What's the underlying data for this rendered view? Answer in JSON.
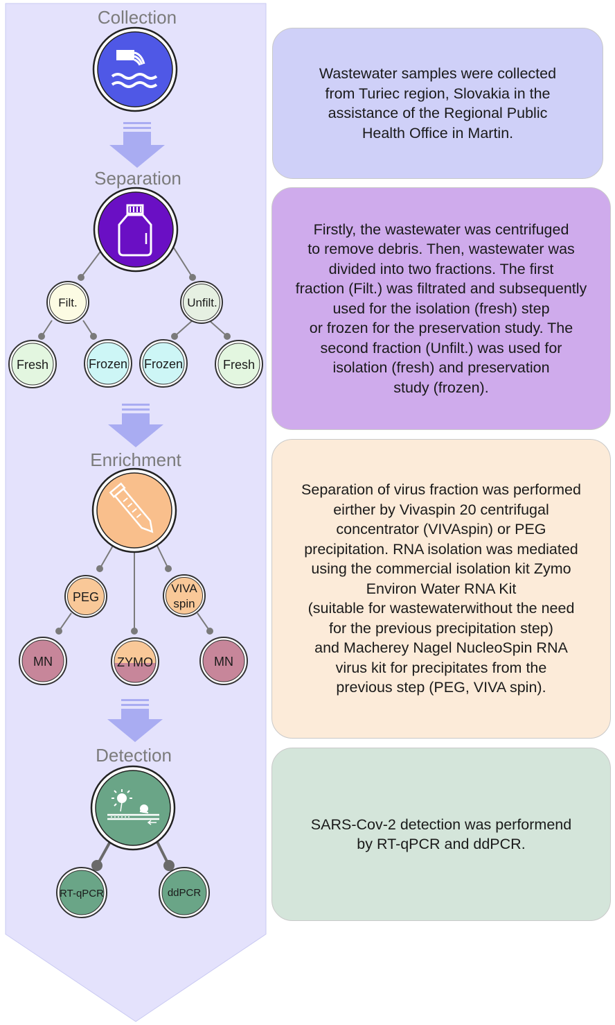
{
  "stages": [
    {
      "id": "collection",
      "label": "Collection",
      "icon": "wastewater-pipe-icon"
    },
    {
      "id": "separation",
      "label": "Separation",
      "icon": "bottle-icon"
    },
    {
      "id": "enrichment",
      "label": "Enrichment",
      "icon": "centrifuge-tube-icon"
    },
    {
      "id": "detection",
      "label": "Detection",
      "icon": "pcr-detection-icon"
    }
  ],
  "separation_nodes": {
    "filt": "Filt.",
    "unfilt": "Unfilt.",
    "filt_fresh": "Fresh",
    "filt_frozen": "Frozen",
    "unfilt_frozen": "Frozen",
    "unfilt_fresh": "Fresh"
  },
  "enrichment_nodes": {
    "peg": "PEG",
    "viva_line1": "VIVA",
    "viva_line2": "spin",
    "mn_left": "MN",
    "zymo": "ZYMO",
    "mn_right": "MN"
  },
  "detection_nodes": {
    "rtqpcr": "RT-qPCR",
    "ddpcr": "ddPCR"
  },
  "panels": {
    "collection": "Wastewater samples were collected\nfrom Turiec region, Slovakia in the\nassistance of  the Regional Public\nHealth Office in Martin.",
    "separation": "Firstly, the wastewater was centrifuged\nto remove debris. Then, wastewater was\ndivided into two fractions. The first\nfraction (Filt.) was filtrated and subsequently\nused for the isolation (fresh) step\nor frozen for the preservation study. The\nsecond fraction (Unfilt.) was used for\nisolation (fresh) and preservation\nstudy (frozen).",
    "enrichment": "Separation of virus fraction was performed\neirther by Vivaspin 20 centrifugal\nconcentrator (VIVAspin) or PEG\nprecipitation. RNA isolation was mediated\nusing the commercial isolation kit Zymo\nEnviron Water RNA Kit\n(suitable for wastewaterwithout the need\nfor the previous precipitation step)\nand Macherey Nagel  NucleoSpin RNA\nvirus kit for precipitates from the\nprevious step (PEG, VIVA spin).",
    "detection": "SARS-Cov-2 detection was performend\nby RT-qPCR and ddPCR."
  },
  "colors": {
    "flow_band": "#e4e2fc",
    "arrow": "#a9acf2",
    "collection_icon": "#4f58e6",
    "separation_icon": "#6a0fc4",
    "enrichment_icon": "#f9bf8c",
    "detection_icon": "#6aa587",
    "panel_collection": "#cfd0f8",
    "panel_separation": "#cfabec",
    "panel_enrichment": "#fcebd9",
    "panel_detection": "#d4e5da"
  }
}
